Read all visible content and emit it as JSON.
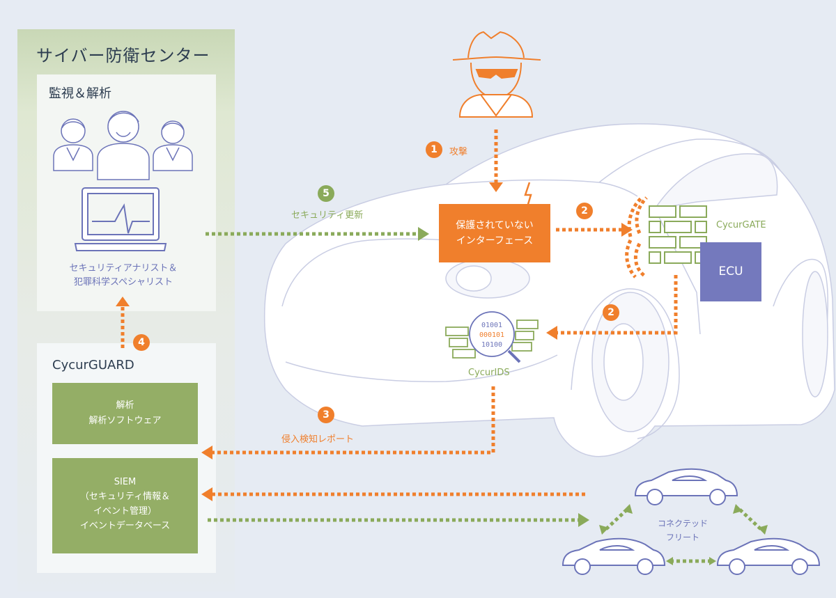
{
  "soc": {
    "title": "サイバー防衛センター",
    "monitoring": {
      "title": "監視＆解析",
      "analyst_line1": "セキュリティアナリスト＆",
      "analyst_line2": "犯罪科学スペシャリスト"
    },
    "guard": {
      "title": "CycurGUARD",
      "box1_line1": "解析",
      "box1_line2": "解析ソフトウェア",
      "box2_line1": "SIEM",
      "box2_line2": "（セキュリティ情報＆",
      "box2_line3": "イベント管理）",
      "box2_line4": "イベントデータベース"
    }
  },
  "steps": {
    "s1": {
      "num": "1",
      "label": "攻撃"
    },
    "s2a": {
      "num": "2"
    },
    "s2b": {
      "num": "2"
    },
    "s3": {
      "num": "3",
      "label": "侵入検知レポート"
    },
    "s4": {
      "num": "4"
    },
    "s5": {
      "num": "5",
      "label": "セキュリティ更新"
    }
  },
  "vehicle": {
    "interface_line1": "保護されていない",
    "interface_line2": "インターフェース",
    "gate_label": "CycurGATE",
    "ecu_label": "ECU",
    "ids_label": "CycurIDS",
    "ids_bits": [
      "01001",
      "000101",
      "10100"
    ]
  },
  "fleet": {
    "line1": "コネクテッド",
    "line2": "フリート"
  },
  "colors": {
    "orange": "#f07f2c",
    "green": "#8aaa5a",
    "purple": "#7479bd",
    "outline": "#6b73b8"
  }
}
